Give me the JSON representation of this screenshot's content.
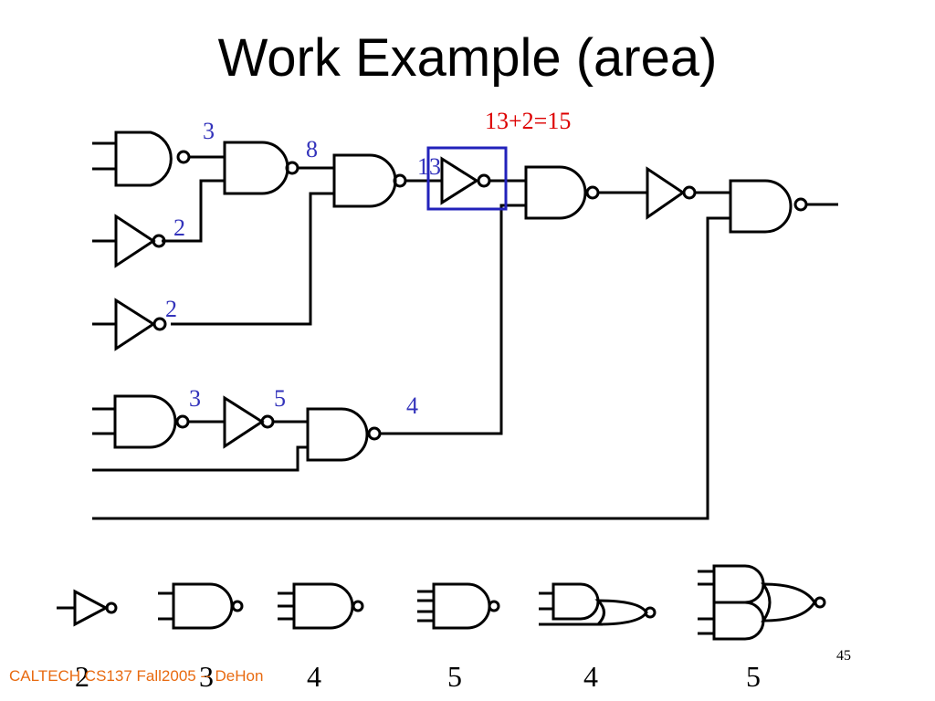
{
  "slide": {
    "title": "Work Example (area)",
    "footer": "CALTECH CS137 Fall2005 -- DeHon",
    "page_number": "45"
  },
  "annotations": {
    "nand1": "3",
    "nand2": "8",
    "nand3": "13",
    "inv1": "2",
    "inv2": "2",
    "nand_bottom": "3",
    "inv_bottom": "5",
    "nand_lower": "4",
    "highlight_sum": "13+2=15"
  },
  "colors": {
    "annotation": "#3333bb",
    "highlight_text": "#dd0000",
    "highlight_box": "#2222bb",
    "footer": "#e86a10"
  },
  "library": {
    "costs": [
      "2",
      "3",
      "4",
      "5",
      "4",
      "5"
    ],
    "gates": [
      "inverter-icon",
      "nand2-icon",
      "nand3-icon",
      "nand4-icon",
      "and-or-invert-icon",
      "and-or-invert-wide-icon"
    ]
  }
}
